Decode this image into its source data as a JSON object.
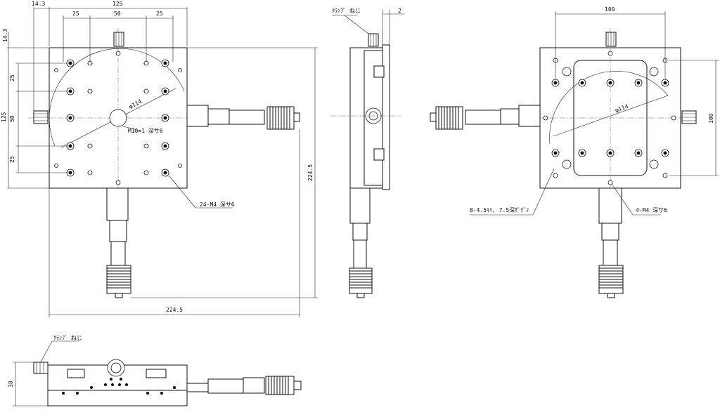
{
  "drawing": {
    "top_view": {
      "dims": {
        "offset_left": "14.3",
        "width_total": "125",
        "pitch_left": "25",
        "pitch_mid": "50",
        "pitch_right": "25",
        "offset_top": "14.3",
        "pitch_v_top": "25",
        "pitch_v_mid": "50",
        "pitch_v_bottom": "25",
        "height_total": "125",
        "overall_h": "224.5",
        "overall_w": "224.5"
      },
      "labels": {
        "circle": "φ114",
        "center_hole": "M16×1 深サ6",
        "holes": "24-M4 深サ6"
      }
    },
    "side_view": {
      "clamp": "ｸﾗﾝﾌﾟ ねじ",
      "thickness": "2"
    },
    "bottom_view": {
      "width_dim": "100",
      "height_dim": "100",
      "circle": "φ114",
      "counterbore": "8-4.5ｷﾘ, 7.5深ｻﾞｸﾞﾘ",
      "holes": "4-M4 深サ6"
    },
    "front_view": {
      "clamp": "ｸﾗﾝﾌﾟ ねじ",
      "height": "38"
    }
  }
}
